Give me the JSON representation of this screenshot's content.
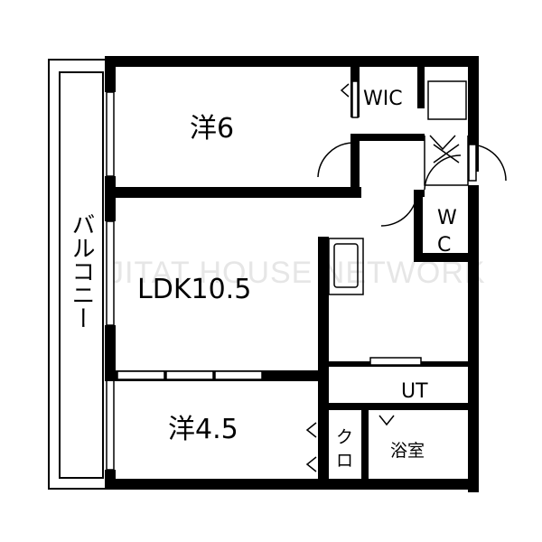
{
  "rooms": {
    "western_1": "洋6",
    "wic": "WIC",
    "ldk": "LDK10.5",
    "western_2": "洋4.5",
    "wc_top": "W",
    "wc_bottom": "C",
    "ut": "UT",
    "bath": "浴室",
    "closet_top": "ク",
    "closet_bottom": "ロ",
    "balcony": "バルコニー"
  },
  "watermark": "JITAT HOUSE NETWORK"
}
